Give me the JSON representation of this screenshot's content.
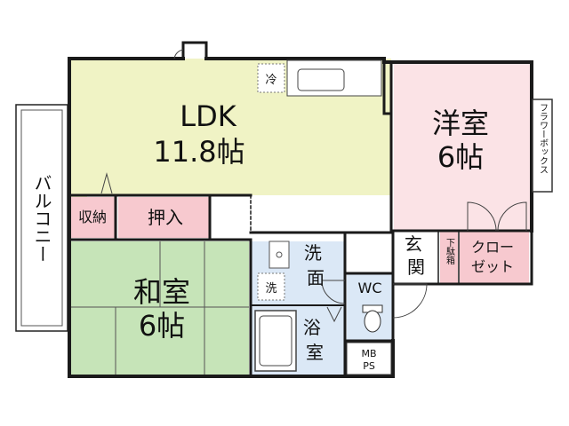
{
  "rooms": {
    "ldk": {
      "name": "LDK",
      "size": "11.8帖"
    },
    "western": {
      "name": "洋室",
      "size": "6帖"
    },
    "japanese": {
      "name": "和室",
      "size": "6帖"
    },
    "storage": "収納",
    "oshiire": "押入",
    "washroom": "洗面",
    "bathroom": "浴室",
    "wc": "WC",
    "entrance": "玄関",
    "shoebox": "下駄箱",
    "closet": {
      "line1": "クロー",
      "line2": "ゼット"
    },
    "mbps": {
      "line1": "MB",
      "line2": "PS"
    },
    "balcony": "バルコニー",
    "flower_box": "フラワーボックス"
  },
  "fixtures": {
    "fridge": "冷",
    "washer": "洗"
  },
  "colors": {
    "ldk": "#f0f3c5",
    "western": "#fbe3e6",
    "japanese": "#c6e4b8",
    "storage": "#f7c9cf",
    "wet": "#dbe8f6",
    "wall": "#1a1a1a"
  }
}
